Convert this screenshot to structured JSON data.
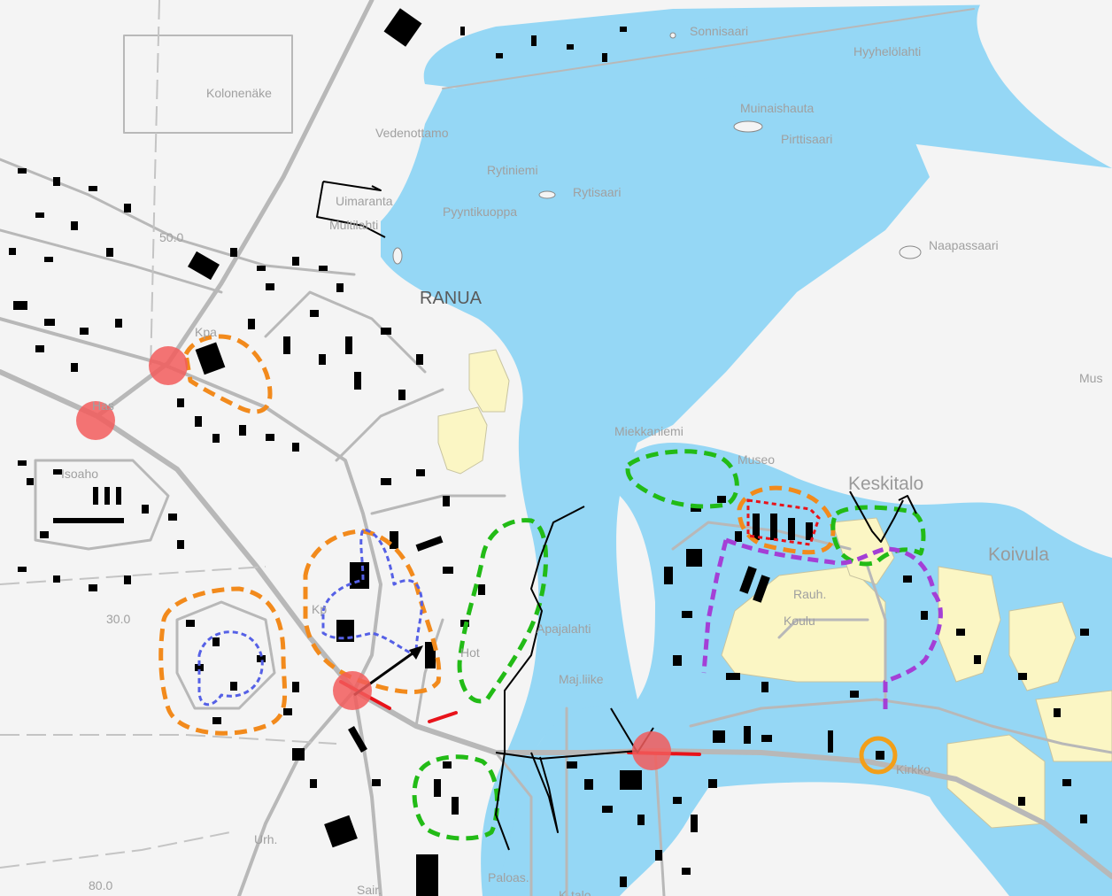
{
  "map": {
    "colors": {
      "water": "#95d7f5",
      "land": "#f4f4f4",
      "park": "#fbf6c4",
      "road": "#b8b8b8",
      "building": "#000000",
      "zone_orange": "#f28a1c",
      "zone_green": "#22bb16",
      "zone_blue": "#5560e6",
      "zone_purple": "#a43fd6",
      "zone_red": "#e8131a",
      "marker_red": "#f25c5c"
    },
    "town_label": "RANUA",
    "labels": {
      "sonnisaari": "Sonnisaari",
      "hyyhelolahti": "Hyyhelölahti",
      "muinaishauta": "Muinaishauta",
      "pirttisaari": "Pirttisaari",
      "kolonenake": "Kolonenäke",
      "vedenottamo": "Vedenottamo",
      "rytiniemi": "Rytiniemi",
      "rytisaari": "Rytisaari",
      "uimaranta": "Uimaranta",
      "pyyntikuoppa": "Pyyntikuoppa",
      "multilahti": "Multilahti",
      "naapassaari": "Naapassaari",
      "mus": "Mus",
      "elev_50": "50.0",
      "kpa": "Kpa",
      "has": "Has",
      "isoaho": "Isoaho",
      "miekkaniemi": "Miekkaniemi",
      "museo": "Museo",
      "keskitalo": "Keskitalo",
      "koivula": "Koivula",
      "rauh": "Rauh.",
      "koulu": "Koulu",
      "elev_30": "30.0",
      "kp": "Kp",
      "apajalahti": "Apajalahti",
      "hot": "Hot",
      "majliike": "Maj.liike",
      "kirkko": "Kirkko",
      "urh": "Urh.",
      "elev_80": "80.0",
      "sair": "Sair.",
      "paloas": "Paloas.",
      "ktalo": "K-talo"
    }
  }
}
